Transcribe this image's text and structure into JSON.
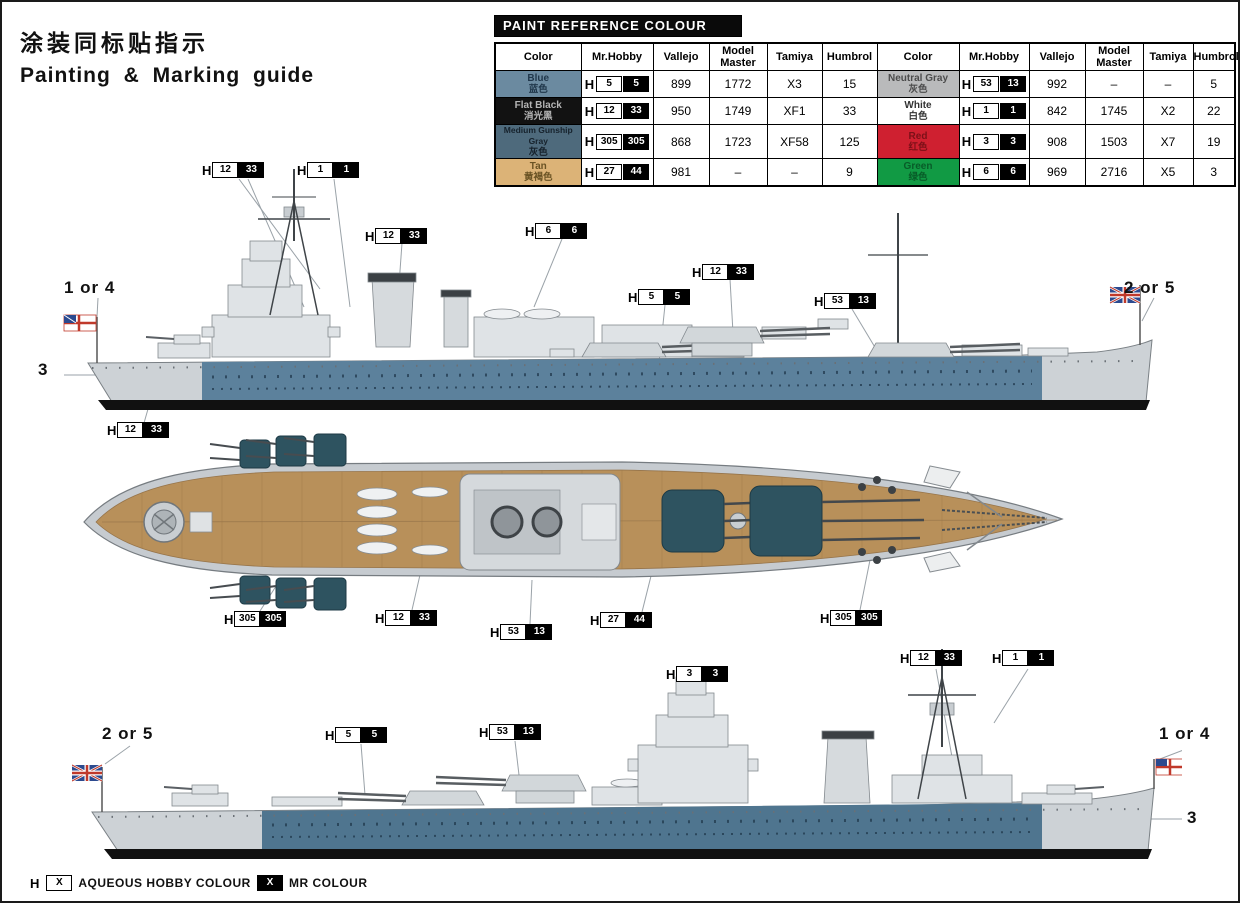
{
  "title": {
    "zh": "涂装同标贴指示",
    "en": "Painting & Marking guide"
  },
  "labels": {
    "h_prefix": "H",
    "x_symbol": "X"
  },
  "paint_table": {
    "title": "PAINT REFERENCE COLOUR",
    "columns": [
      "Color",
      "Mr.Hobby",
      "Vallejo",
      "Model Master",
      "Tamiya",
      "Humbrol"
    ],
    "rows": [
      {
        "left": {
          "name": "Blue",
          "name_zh": "蓝色",
          "swatch": "#6b8aa0",
          "text": "#21384c",
          "h": "5",
          "x": "5",
          "vallejo": "899",
          "model_master": "1772",
          "tamiya": "X3",
          "humbrol": "15"
        },
        "right": {
          "name": "Neutral Gray",
          "name_zh": "灰色",
          "swatch": "#b9babb",
          "text": "#4c4c4c",
          "h": "53",
          "x": "13",
          "vallejo": "992",
          "model_master": "–",
          "tamiya": "–",
          "humbrol": "5"
        }
      },
      {
        "left": {
          "name": "Flat Black",
          "name_zh": "消光黑",
          "swatch": "#121212",
          "text": "#b5b5b5",
          "h": "12",
          "x": "33",
          "vallejo": "950",
          "model_master": "1749",
          "tamiya": "XF1",
          "humbrol": "33"
        },
        "right": {
          "name": "White",
          "name_zh": "白色",
          "swatch": "#ffffff",
          "text": "#333333",
          "h": "1",
          "x": "1",
          "vallejo": "842",
          "model_master": "1745",
          "tamiya": "X2",
          "humbrol": "22"
        }
      },
      {
        "left": {
          "name": "Medium Gunship Gray",
          "name_zh": "灰色",
          "swatch": "#4e6a7c",
          "text": "#16222c",
          "h": "305",
          "x": "305",
          "vallejo": "868",
          "model_master": "1723",
          "tamiya": "XF58",
          "humbrol": "125"
        },
        "right": {
          "name": "Red",
          "name_zh": "红色",
          "swatch": "#cf2030",
          "text": "#7c1018",
          "h": "3",
          "x": "3",
          "vallejo": "908",
          "model_master": "1503",
          "tamiya": "X7",
          "humbrol": "19"
        }
      },
      {
        "left": {
          "name": "Tan",
          "name_zh": "黄褐色",
          "swatch": "#dcb377",
          "text": "#6a5324",
          "h": "27",
          "x": "44",
          "vallejo": "981",
          "model_master": "–",
          "tamiya": "–",
          "humbrol": "9"
        },
        "right": {
          "name": "Green",
          "name_zh": "绿色",
          "swatch": "#119a44",
          "text": "#085c28",
          "h": "6",
          "x": "6",
          "vallejo": "969",
          "model_master": "2716",
          "tamiya": "X5",
          "humbrol": "3"
        }
      }
    ]
  },
  "callouts": {
    "top_ship": [
      {
        "h": "12",
        "x": "33"
      },
      {
        "h": "1",
        "x": "1"
      },
      {
        "h": "12",
        "x": "33"
      },
      {
        "h": "6",
        "x": "6"
      },
      {
        "h": "5",
        "x": "5"
      },
      {
        "h": "12",
        "x": "33"
      },
      {
        "h": "53",
        "x": "13"
      },
      {
        "h": "12",
        "x": "33"
      }
    ],
    "plan_view": [
      {
        "h": "305",
        "x": "305"
      },
      {
        "h": "12",
        "x": "33"
      },
      {
        "h": "53",
        "x": "13"
      },
      {
        "h": "27",
        "x": "44"
      },
      {
        "h": "305",
        "x": "305"
      }
    ],
    "bottom_ship": [
      {
        "h": "3",
        "x": "3"
      },
      {
        "h": "12",
        "x": "33"
      },
      {
        "h": "1",
        "x": "1"
      },
      {
        "h": "5",
        "x": "5"
      },
      {
        "h": "53",
        "x": "13"
      }
    ]
  },
  "flag_labels": {
    "top_left": "1 or 4",
    "top_right": "2 or 5",
    "top_hull": "3",
    "bottom_left": "2 or 5",
    "bottom_right": "1 or 4",
    "bottom_hull": "3"
  },
  "legend": {
    "aqueous": "AQUEOUS HOBBY COLOUR",
    "mr": "MR COLOUR"
  },
  "colors": {
    "hull_gray": "#cdd2d6",
    "hull_blue_top": "#5c819c",
    "hull_blue_bottom": "#4f758f",
    "deck_tan": "#b8905a",
    "turret_teal": "#2e5360",
    "boot_black": "#111111"
  }
}
